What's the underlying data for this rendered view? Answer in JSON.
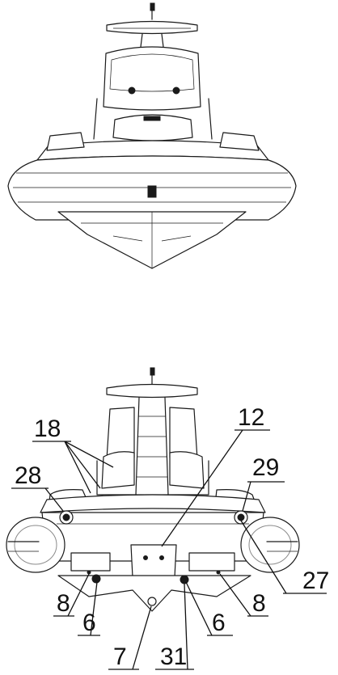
{
  "views": [
    {
      "name": "front-view-upper"
    },
    {
      "name": "rear-view-lower"
    }
  ],
  "callouts": [
    {
      "id": "callout-18",
      "text": "18"
    },
    {
      "id": "callout-12",
      "text": "12"
    },
    {
      "id": "callout-28",
      "text": "28"
    },
    {
      "id": "callout-29",
      "text": "29"
    },
    {
      "id": "callout-27",
      "text": "27"
    },
    {
      "id": "callout-8-left",
      "text": "8"
    },
    {
      "id": "callout-8-right",
      "text": "8"
    },
    {
      "id": "callout-6-left",
      "text": "6"
    },
    {
      "id": "callout-6-right",
      "text": "6"
    },
    {
      "id": "callout-7",
      "text": "7"
    },
    {
      "id": "callout-31",
      "text": "31"
    }
  ]
}
